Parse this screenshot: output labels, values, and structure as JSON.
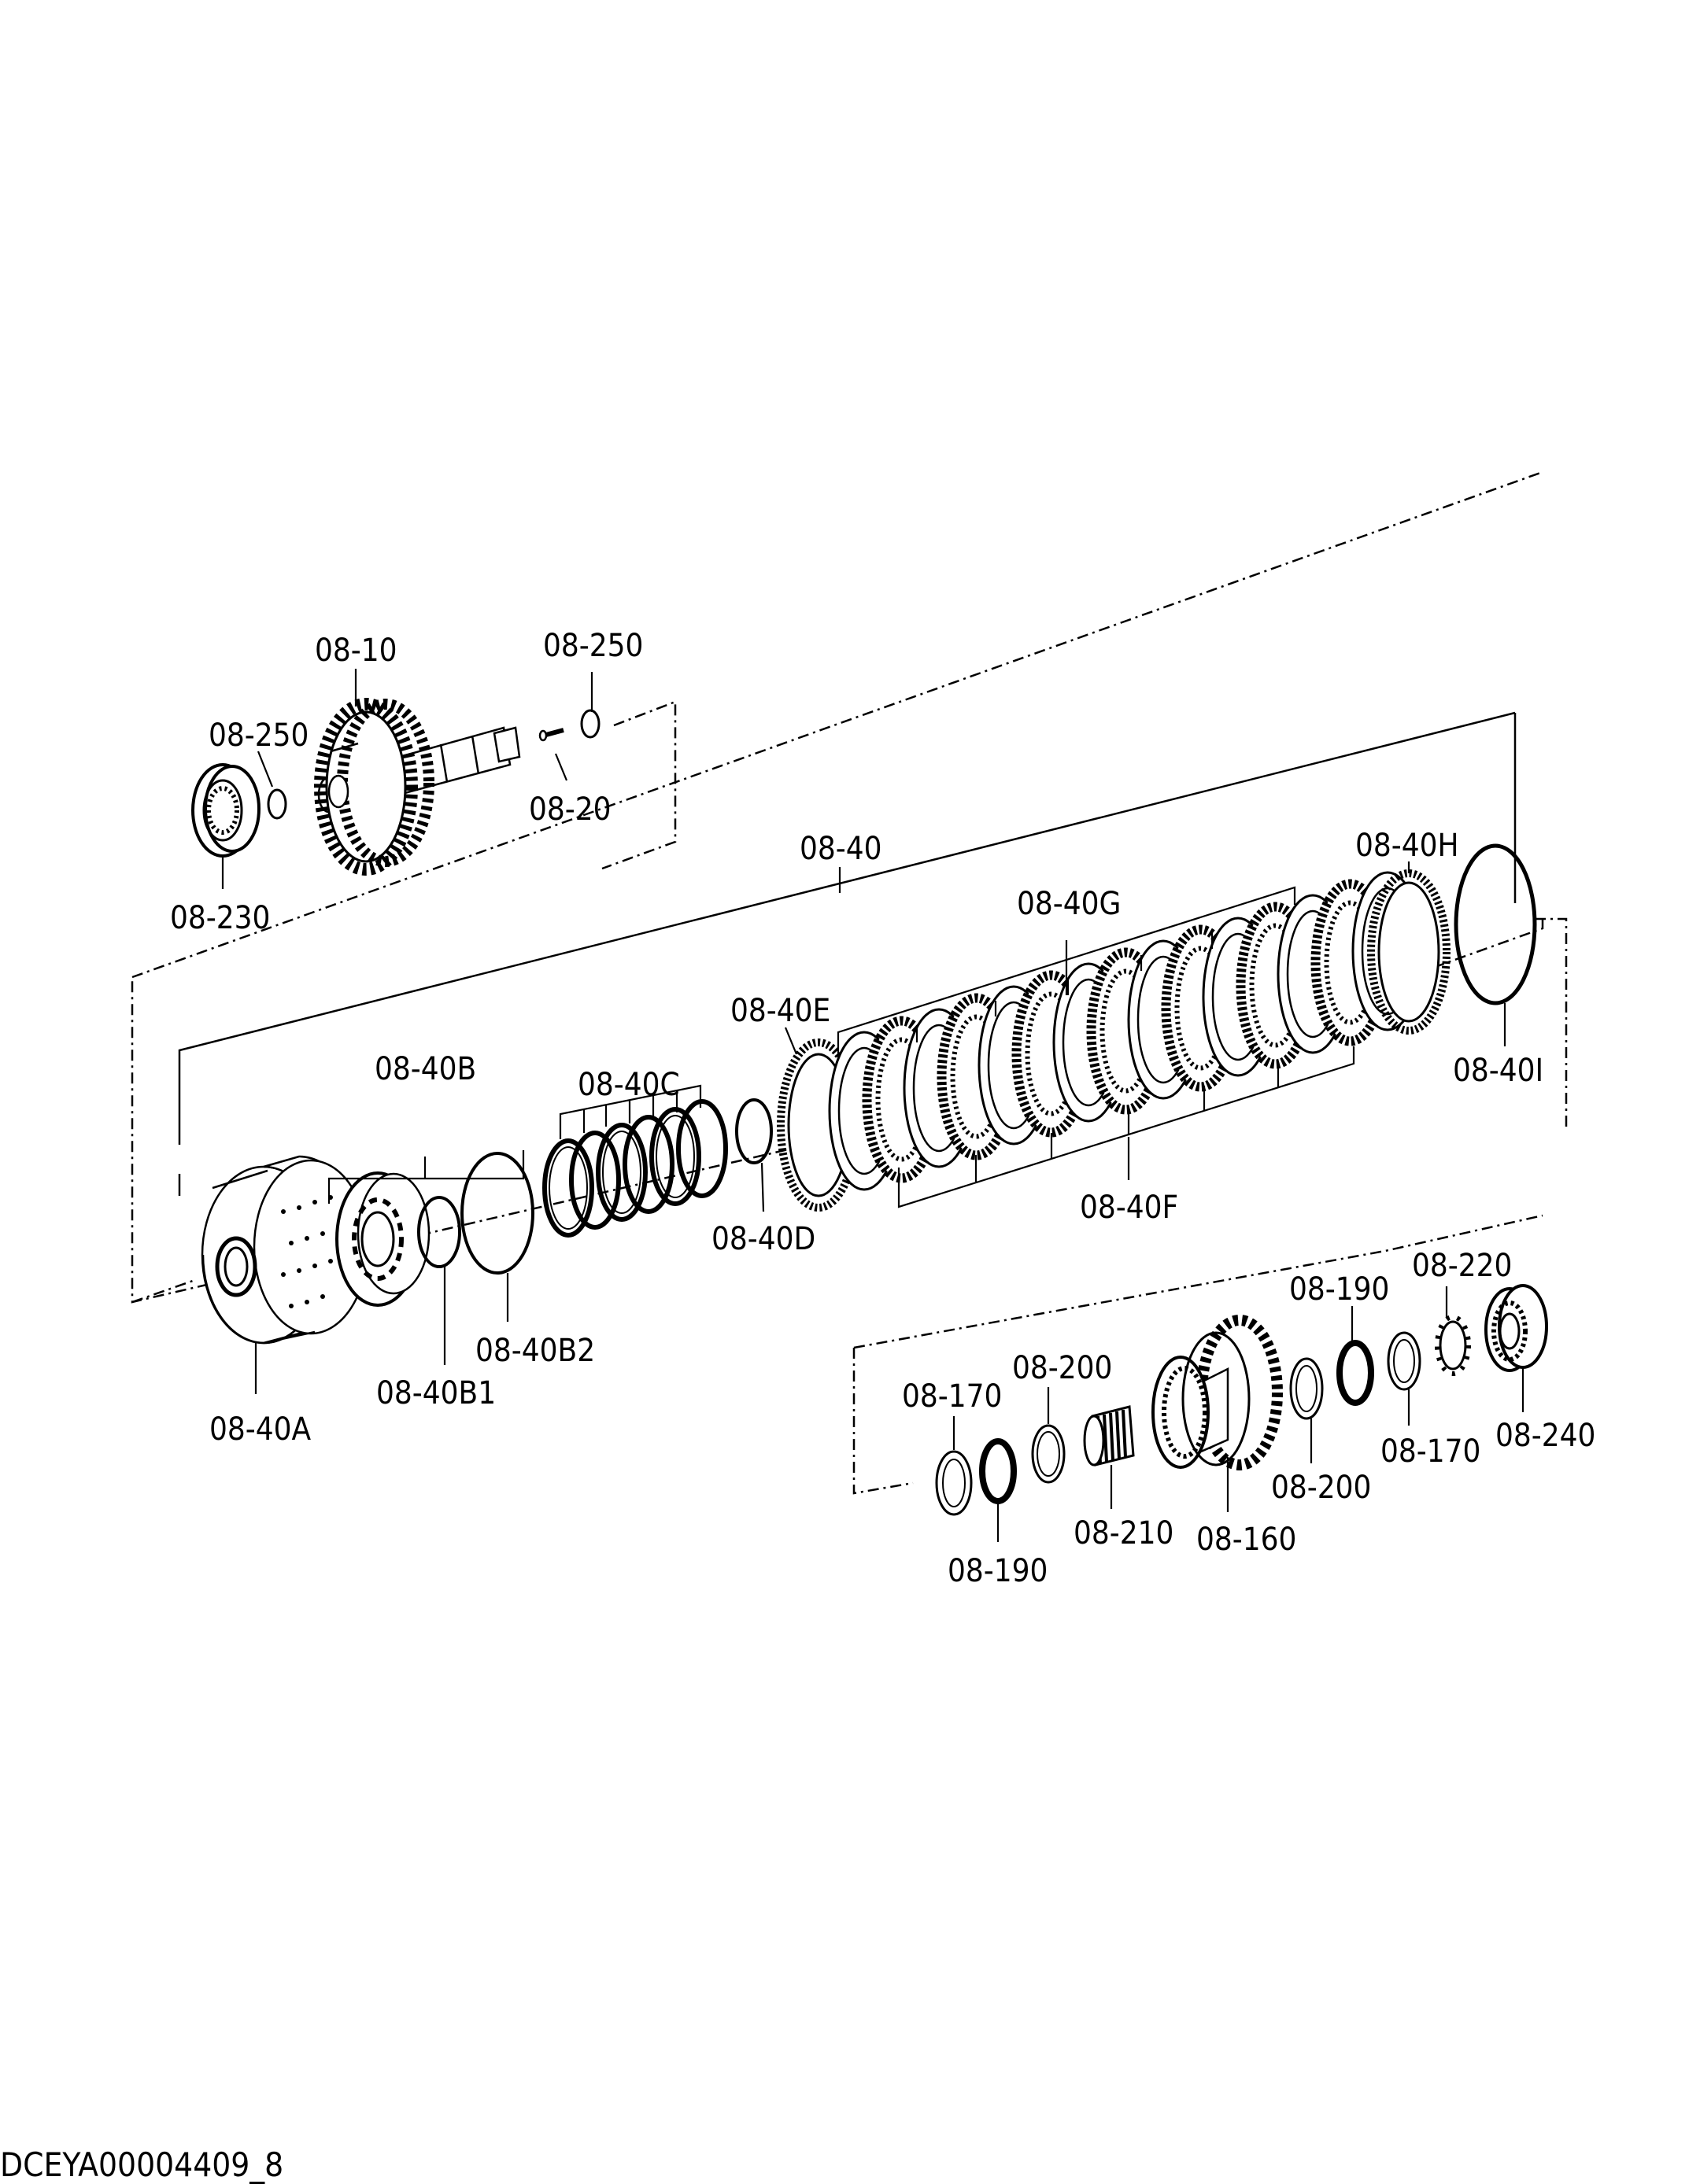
{
  "drawing_code": "DCEYA00004409_8",
  "labels": {
    "p08_10": "08-10",
    "p08_250_top": "08-250",
    "p08_250_left": "08-250",
    "p08_20": "08-20",
    "p08_230": "08-230",
    "p08_40": "08-40",
    "p08_40H": "08-40H",
    "p08_40G": "08-40G",
    "p08_40E": "08-40E",
    "p08_40B": "08-40B",
    "p08_40C": "08-40C",
    "p08_40I": "08-40I",
    "p08_40D": "08-40D",
    "p08_40F": "08-40F",
    "p08_40B2": "08-40B2",
    "p08_40B1": "08-40B1",
    "p08_40A": "08-40A",
    "p08_190_top": "08-190",
    "p08_220": "08-220",
    "p08_200_top": "08-200",
    "p08_170_left": "08-170",
    "p08_240": "08-240",
    "p08_170_right": "08-170",
    "p08_200_right": "08-200",
    "p08_210": "08-210",
    "p08_160": "08-160",
    "p08_190_bottom": "08-190"
  }
}
